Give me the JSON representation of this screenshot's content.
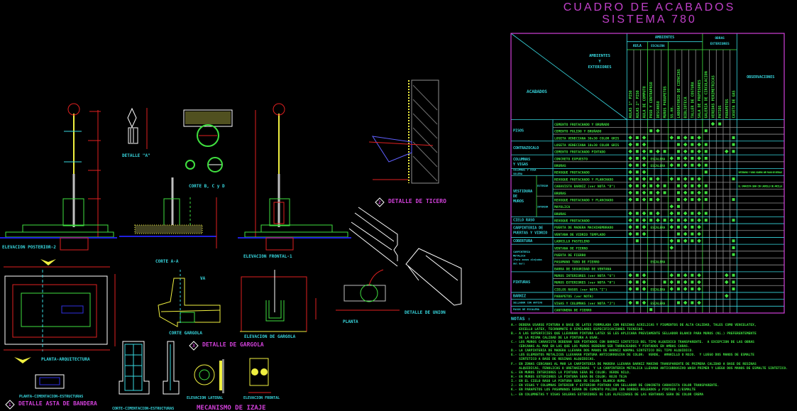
{
  "schedule": {
    "title": "CUADRO DE ACABADOS",
    "subtitle": "SISTEMA 780",
    "header": {
      "ambientes": "AMBIENTES",
      "aula": "AULA",
      "escalera": "ESCALERA",
      "obras_exteriores_1": "OBRAS",
      "obras_exteriores_2": "EXTERIORES",
      "diag_top_1": "AMBIENTES",
      "diag_top_2": "Y",
      "diag_top_3": "EXTERIORES",
      "diag_bottom": "ACABADOS",
      "observaciones": "OBSERVACIONES"
    },
    "columns": [
      "AULAS 1° PISO",
      "AULAS 2° PISO",
      "AULA DE COMPUTO",
      "PASO Y CONTRAPASO",
      "DESCANSO",
      "MUROS PARAPETOS",
      "SS.HH.",
      "LABORATORIO DE CIENCIAS",
      "BIBLIOTECA",
      "TALLER DE COSTURA",
      "SALA DE PROFESORES",
      "GALERIA DE CIRCULACION",
      "VEREDAS PERIMETRICAS",
      "PATIOS",
      "PARAPETOS",
      "CASETA DE GAS"
    ],
    "groups": [
      {
        "label": [
          "PISOS"
        ],
        "from": 0,
        "to": 2
      },
      {
        "label": [
          "CONTRAZOCALO"
        ],
        "from": 3,
        "to": 4
      },
      {
        "label": [
          "COLUMNAS",
          "Y VIGAS"
        ],
        "from": 5,
        "to": 6
      },
      {
        "label": [
          "COLUMNAS Y VIGA",
          "SOLERA"
        ],
        "from": 7,
        "to": 7
      },
      {
        "label": [
          "VESTIDURA",
          "DE",
          "MUROS"
        ],
        "from": 8,
        "to": 13
      },
      {
        "label": [
          "CIELO RASO"
        ],
        "from": 14,
        "to": 14
      },
      {
        "label": [
          "CARPINTERIA DE",
          "PUERTAS Y VIDRIO"
        ],
        "from": 15,
        "to": 16
      },
      {
        "label": [
          "COBERTURA"
        ],
        "from": 17,
        "to": 17
      },
      {
        "label": [
          "CARPINTERIA",
          "METALICA",
          "(Para zonas alejadas",
          "del mar)"
        ],
        "from": 18,
        "to": 21
      },
      {
        "label": [
          "PINTURAS"
        ],
        "from": 22,
        "to": 24
      },
      {
        "label": [
          "BARNIZ"
        ],
        "from": 25,
        "to": 25
      },
      {
        "label": [
          "SELLADOR CON ANTIVO"
        ],
        "from": 26,
        "to": 26
      },
      {
        "label": [
          "PASOS DE ESCALERA"
        ],
        "from": 27,
        "to": 27
      }
    ],
    "subgroups": [
      {
        "label": "EXTERIOR",
        "from": 8,
        "to": 10
      },
      {
        "label": "INTERIOR",
        "from": 11,
        "to": 13
      }
    ],
    "rows": [
      {
        "item": "CEMENTO FROTACHADO Y BRUÑADO",
        "marks": "............**.."
      },
      {
        "item": "CEMENTO PULIDO Y BRUÑADO",
        "marks": "...**......*...."
      },
      {
        "item": "LOSETA VENECIANA 30x30 COLOR GRIS",
        "marks": "***...*****....*"
      },
      {
        "item": "LOSETA VENECIANA 10x30 COLOR GRIS",
        "marks": "***....*****...*"
      },
      {
        "item": "CEMENTO FROTACHADO PINTADO",
        "marks": "******.*****..**"
      },
      {
        "item": "CONCRETO EXPUESTO",
        "marks": "***...******....",
        "span": "ESCALERA"
      },
      {
        "item": "BRUÑAS",
        "marks": "***...******....",
        "span": "ESCALERA"
      },
      {
        "item": "REVOQUE FROTACHADO",
        "marks": "***........*....",
        "obs": "VESTIDURAS Y VIGAS SOLERAS VER PLANO DE DETALLE"
      },
      {
        "item": "REVOQUE FROTACHADO Y PLANCHADO",
        "marks": "*****.*****....*"
      },
      {
        "item": "CARAVISTA BARNIZ (ver NOTA \"D\")",
        "marks": "******.*****....",
        "obs": "EL CARAVISTA SERA CON LADRILLO DE ARCILLA"
      },
      {
        "item": "BRUÑAS",
        "marks": "******.*****...."
      },
      {
        "item": "REVOQUE FROTACHADO Y PLANCHADO",
        "marks": "*****..*****...*"
      },
      {
        "item": "MAYOLICA",
        "marks": "......**........"
      },
      {
        "item": "BRUÑAS",
        "marks": "*****.******...."
      },
      {
        "item": "REVOQUE FROTACHADO",
        "marks": "************...*"
      },
      {
        "item": "PUERTA DE MADERA MACHIHEMBRADO",
        "marks": "***...*****.....",
        "span": "ESCALERA"
      },
      {
        "item": "VENTANA DE VIDRIO TEMPLADO",
        "marks": "***....****....."
      },
      {
        "item": "LADRILLO PASTELERO",
        "marks": ".*....*****....*"
      },
      {
        "item": "VENTANA DE FIERRO",
        "marks": "......*........*"
      },
      {
        "item": "PUERTA DE FIERRO",
        "marks": "...............*"
      },
      {
        "item": "PASAMANO TUBO DE FIERRO",
        "marks": "................",
        "span": "ESCALERA"
      },
      {
        "item": "BARRA DE SEGURIDAD DE VENTANA",
        "marks": "................"
      },
      {
        "item": "MUROS INTERIORES (ver NOTA \"G\")",
        "marks": "***...*****...**"
      },
      {
        "item": "MUROS EXTERIORES (ver NOTA \"H\")",
        "marks": "***..******...**"
      },
      {
        "item": "CIELOS RASOS (ver NOTA \"I\")",
        "marks": "***...*****....*",
        "span": "ESCALERA"
      },
      {
        "item": "PARAPETOS (ver NOTA)",
        "marks": "..............*."
      },
      {
        "item": "VIGAS Y COLUMNAS (ver NOTA \"J\")",
        "marks": "***....****.....",
        "span": "ESCALERA"
      },
      {
        "item": "CANTONERA DE FIERRO",
        "marks": "...*............"
      }
    ]
  },
  "notes": {
    "heading": "NOTAS :",
    "lines": [
      "A.- DEBERA USARSE PINTURA A BASE DE LATEX FORMULADA CON RESINAS ACRILICAS Y PIGMENTOS DE ALTA CALIDAD, TALES COMO VENCELATEX,",
      "    EXCELLO LATEX, TECKNOMATE O SIMILARES ESPECIFICACIONES TECNICAS.",
      "B.- A LAS SUPERFICIES QUE LLEVARAN PINTURA LATEX SE LES APLICARA PREVIAMENTE SELLADOR BLANCO PARA MUROS (Ni.) PREFERENTEMENTE",
      "    DE LA MISMA CALIDAD DE LA PINTURA A USAR.",
      "C.- LOS MUROS CARAVISTA DEBERAN SER PINTADOS CON BARNIZ SINTETICO DEL TIPO ALQUIDICO TRANSPARENTE.  A EXCEPCION DE LAS OBRAS",
      "    CERCANAS AL MAR EN LAS QUE LOS MUROS DEBERAN SER TARRAJEADOS Y PINTADOS EN AMBAS CARAS.",
      "D.- LA CARPINTERIA DE MADERA LLEVARA DOS MANOS DE BARNIZ NORMAL SINTETICO DEL TIPO ALQUIDICO.",
      "E.- LOS ELEMENTOS METALICOS LLEVARAN PINTURA ANTICORROSIVA DE COLOR:  VERDE,  AMARILLO O ROJO.  Y LUEGO DOS MANOS DE ESMALTE",
      "    SINTETICO A BASE DE RESINAS ALQUIDICAS.",
      "F.- EN ZONAS CERCANAS AL MAR LA CARPINTERIA DE MADERA LLEVARA BARNIZ MARINO TRANSPARENTE DE PRIMERA CALIDAD A BASE DE RESINAS",
      "    ALQUIDICAS, FENOLICAS O URETANIZADAS  Y LA CARPINTERIA METALICA LLEVARA ANTICORROSIVO WASH PRIMER Y LUEGO DOS MANOS DE ESMALTE SINTETICO.",
      "G.- EN MUROS INTERIORES LA PINTURA SERA DE COLOR: VERDE NILO.",
      "H.- EN MUROS EXTERIORES LA PINTURA SERA DE COLOR: ROJO TEJA",
      "I.- EN EL CIELO RASO LA PINTURA SERA DE COLOR: BLANCO HUMO.",
      "J.- EN VIGAS Y COLUMNAS INTERIOR Y EXTERIOR PINTADO CON SELLADOR DE CONCRETO CARAVISTA COLOR TRANSPARENTE.",
      "K.- EN PARAPETOS LOS PASAMANOS SERAN DE CEMENTO PULIDO CON BORDES BOLEADOS y PINTADO C/ESMALTE",
      "L.- EN COLUMNETAS Y VIGAS SOLERAS EXTERIORES DE LOS ALFEIZARES DE LAS VENTANAS SERA DE COLOR CREMA"
    ]
  },
  "drawings": {
    "elevacion_posterior": "ELEVACION POSTERIOR-2",
    "detalle_a": "DETALLE \"A\"",
    "corte_bcd": "CORTE B, C y D",
    "elevacion_frontal_1": "ELEVACION FRONTAL-1",
    "corte_aa": "CORTE A-A",
    "detalle_ticero": "DETALLE DE TICERO",
    "planta_arquitectura": "PLANTA-ARQUITECTURA",
    "corte_gargola": "CORTE GARGOLA",
    "elevacion_gargola": "ELEVACION DE GARGOLA",
    "detalle_gargola": "DETALLE DE GARGOLA",
    "planta": "PLANTA",
    "detalle_union": "DETALLE DE UNION",
    "planta_cimentacion": "PLANTA-CIMENTACION-ESTRUCTURAS",
    "detalle_asta": "DETALLE ASTA DE BANDERA",
    "corte_cimentacion": "CORTE-CIMENTACION-ESTRUCTURAS",
    "elevacion_lateral": "ELEVACION LATERAL",
    "elevacion_frontal": "ELEVACION FRONTAL",
    "mecanismo_izaje": "MECANISMO DE IZAJE",
    "va": "VA",
    "num_1": "1",
    "num_2": "2",
    "num_3": "3"
  },
  "colors": {
    "background": "#000000",
    "magenta": "#d040d8",
    "cyan": "#38d8e0",
    "green": "#40e040",
    "red": "#e02020",
    "yellow": "#f0f040"
  }
}
